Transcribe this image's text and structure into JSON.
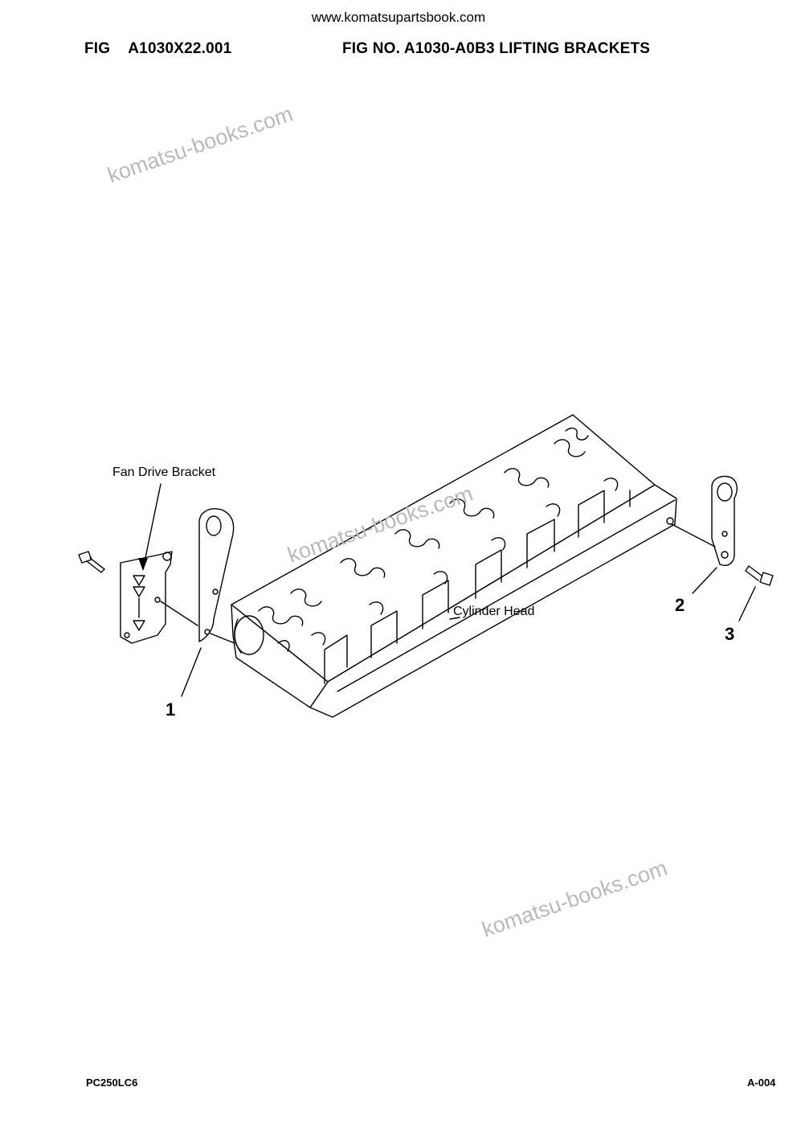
{
  "header": {
    "site_url": "www.komatsupartsbook.com",
    "fig_label": "FIG",
    "fig_code": "A1030X22.001",
    "fig_title": "FIG NO. A1030-A0B3 LIFTING BRACKETS"
  },
  "diagram": {
    "labels": {
      "fan_drive_bracket": "Fan Drive Bracket",
      "cylinder_head": "Cylinder Head"
    },
    "callouts": [
      "1",
      "2",
      "3"
    ]
  },
  "watermarks": [
    "komatsu-books.com",
    "komatsu-books.com",
    "komatsu-books.com"
  ],
  "footer": {
    "model": "PC250LC6",
    "page": "A-004"
  }
}
